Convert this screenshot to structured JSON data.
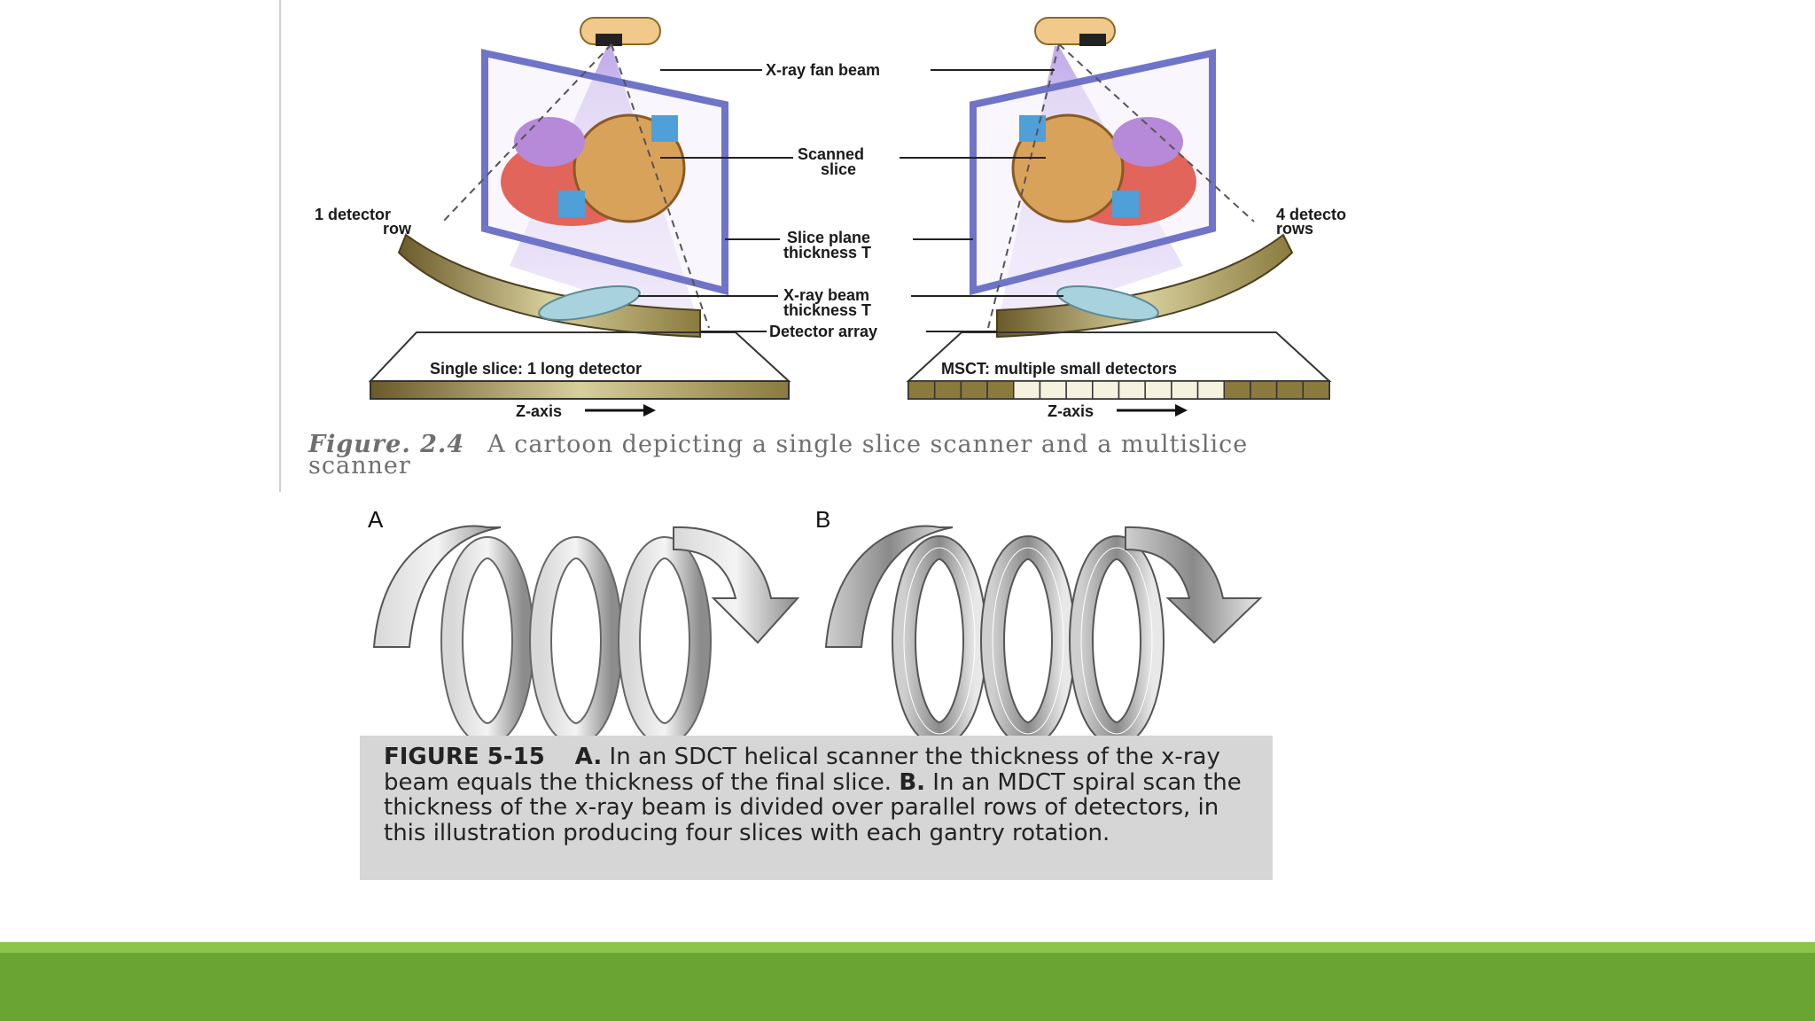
{
  "top_figure": {
    "labels": {
      "fan_beam": "X-ray fan beam",
      "scanned_slice": [
        "Scanned",
        "slice"
      ],
      "slice_plane": [
        "Slice plane",
        "thickness T"
      ],
      "beam_thickness": [
        "X-ray beam",
        "thickness T"
      ],
      "detector_array": "Detector array",
      "one_detector": [
        "1 detector",
        "row"
      ],
      "four_detector": [
        "4 detecto",
        "rows"
      ],
      "single_slice": "Single slice: 1 long detector",
      "msct": "MSCT: multiple small detectors",
      "z_axis_left": "Z-axis",
      "z_axis_right": "Z-axis"
    },
    "caption_label": "Figure. 2.4",
    "caption_text": "A cartoon depicting a single slice scanner and a multislice scanner"
  },
  "spiral_figure": {
    "panel_a": "A",
    "panel_b": "B",
    "caption": {
      "fig_num": "FIGURE 5-15",
      "a_label": "A.",
      "a_text": " In an SDCT helical scanner the thickness of the x-ray beam equals the thickness of the final slice. ",
      "b_label": "B.",
      "b_text": " In an MDCT spiral scan the thickness of the x-ray beam is divided over parallel rows of detectors, in this illustration producing four slices with each gantry rotation."
    }
  },
  "colors": {
    "footer_bar": "#6aa534",
    "footer_line": "#8dc54a",
    "caption_box": "#d6d6d6"
  }
}
